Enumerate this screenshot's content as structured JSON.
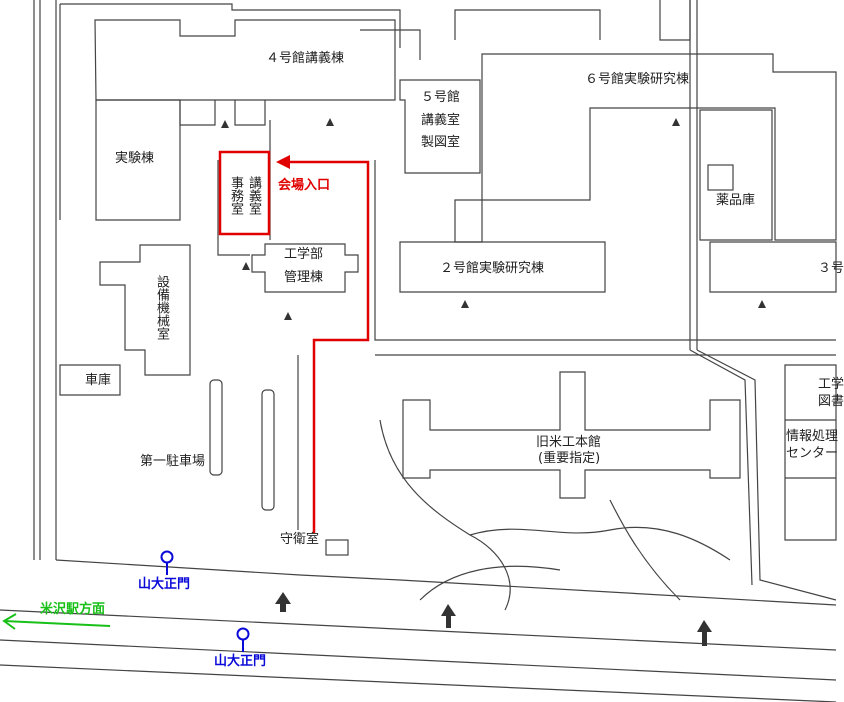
{
  "buildings": {
    "bldg4": "４号館講義棟",
    "bldg6": "６号館実験研究棟",
    "bldg5a": "５号館",
    "bldg5b": "講義室",
    "bldg5c": "製図室",
    "experiment": "実験棟",
    "chem_storage": "薬品庫",
    "bldg2": "２号館実験研究棟",
    "bldg3": "３号",
    "facility": "設備機械室",
    "admin_a": "工学部",
    "admin_b": "管理棟",
    "garage": "車庫",
    "parking": "第一駐車場",
    "old_bldg_a": "旧米工本館",
    "old_bldg_b": "(重要指定)",
    "guard": "守衛室",
    "lecture_v": "講義室",
    "office_v": "事務室",
    "eng_lib_a": "工学",
    "eng_lib_b": "図書",
    "info_a": "情報処理",
    "info_b": "センター"
  },
  "annotations": {
    "entrance": "会場入口",
    "gate_north": "山大正門",
    "gate_south": "山大正門",
    "station": "米沢駅方面"
  },
  "colors": {
    "route": "#e00000",
    "gate": "#0a0ad8",
    "station": "#18c018",
    "line": "#444444"
  }
}
